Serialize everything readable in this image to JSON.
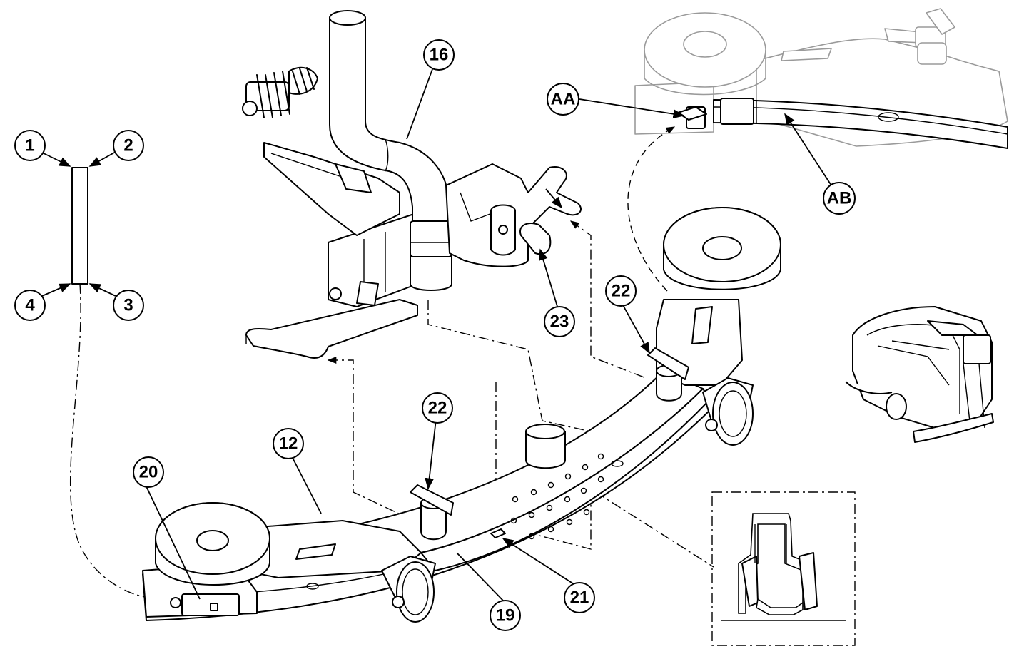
{
  "callouts": [
    {
      "id": "c1",
      "label": "1"
    },
    {
      "id": "c2",
      "label": "2"
    },
    {
      "id": "c3",
      "label": "3"
    },
    {
      "id": "c4",
      "label": "4"
    },
    {
      "id": "c12",
      "label": "12"
    },
    {
      "id": "c16",
      "label": "16"
    },
    {
      "id": "c19",
      "label": "19"
    },
    {
      "id": "c20",
      "label": "20"
    },
    {
      "id": "c21",
      "label": "21"
    },
    {
      "id": "c22a",
      "label": "22"
    },
    {
      "id": "c22b",
      "label": "22"
    },
    {
      "id": "c23",
      "label": "23"
    },
    {
      "id": "cAA",
      "label": "AA"
    },
    {
      "id": "cAB",
      "label": "AB"
    }
  ]
}
